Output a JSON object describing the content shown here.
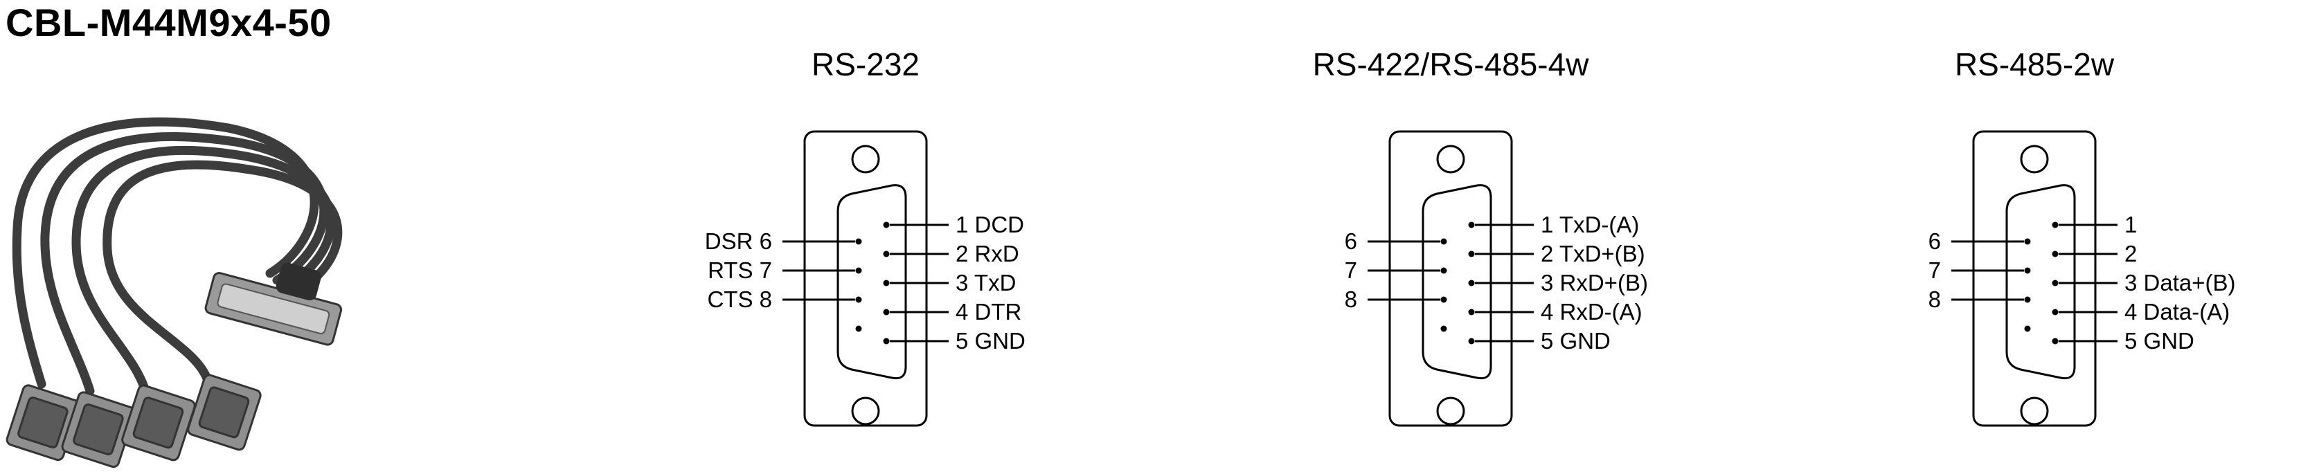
{
  "product": {
    "model": "CBL-M44M9x4-50"
  },
  "diagrams": [
    {
      "title": "RS-232",
      "right_pins": [
        "1 DCD",
        "2 RxD",
        "3 TxD",
        "4 DTR",
        "5 GND"
      ],
      "left_pins": [
        "DSR 6",
        "RTS 7",
        "CTS 8"
      ]
    },
    {
      "title": "RS-422/RS-485-4w",
      "right_pins": [
        "1 TxD-(A)",
        "2 TxD+(B)",
        "3 RxD+(B)",
        "4 RxD-(A)",
        "5 GND"
      ],
      "left_pins": [
        "6",
        "7",
        "8"
      ]
    },
    {
      "title": "RS-485-2w",
      "right_pins": [
        "1",
        "2",
        "3 Data+(B)",
        "4 Data-(A)",
        "5 GND"
      ],
      "left_pins": [
        "6",
        "7",
        "8"
      ]
    }
  ],
  "colors": {
    "ink": "#000000",
    "cable": "#4a4a4a",
    "connector": "#8c8c8c"
  }
}
